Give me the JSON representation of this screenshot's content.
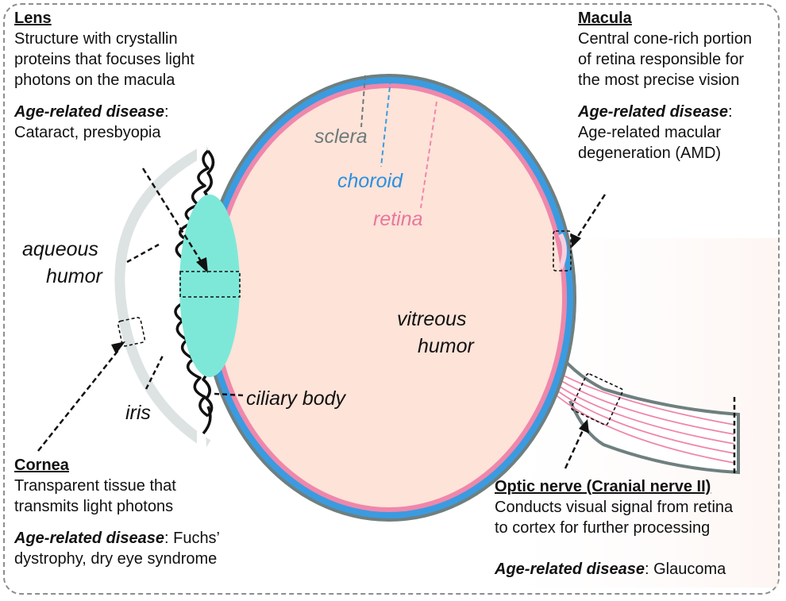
{
  "lens": {
    "title": "Lens",
    "desc_lines": [
      "Structure with crystallin",
      "proteins that focuses light",
      "photons on the macula"
    ],
    "disease_label": "Age-related disease",
    "disease_sep": ":",
    "disease_text": "Cataract, presbyopia"
  },
  "macula": {
    "title": "Macula",
    "desc_lines": [
      "Central cone-rich portion",
      "of retina responsible for",
      "the most precise vision"
    ],
    "disease_label": "Age-related disease",
    "disease_sep": ":",
    "disease_lines": [
      "Age-related macular",
      "degeneration (AMD)"
    ]
  },
  "cornea": {
    "title": "Cornea",
    "desc_lines": [
      "Transparent tissue that",
      "transmits light photons"
    ],
    "disease_label": "Age-related disease",
    "disease_sep": ": Fuchs’",
    "disease_text": "dystrophy, dry eye syndrome"
  },
  "optic_nerve": {
    "title": "Optic nerve (Cranial nerve II)",
    "desc_lines": [
      "Conducts visual signal from retina",
      "to cortex for further processing"
    ],
    "disease_label": "Age-related disease",
    "disease_sep": ": Glaucoma"
  },
  "labels": {
    "sclera": "sclera",
    "choroid": "choroid",
    "retina": "retina",
    "aqueous_1": "aqueous",
    "aqueous_2": "humor",
    "vitreous_1": "vitreous",
    "vitreous_2": "humor",
    "iris": "iris",
    "ciliary_body": "ciliary body"
  },
  "colors": {
    "sclera": "#6f7f7f",
    "choroid": "#3b9be0",
    "retina": "#ef87ab",
    "vitreous": "#fde3d8",
    "lens": "#7ee8d8",
    "cornea": "#dde3e3",
    "label_sclera": "#6f7a7a",
    "label_choroid": "#2b8fe0",
    "label_retina": "#e8779e"
  }
}
